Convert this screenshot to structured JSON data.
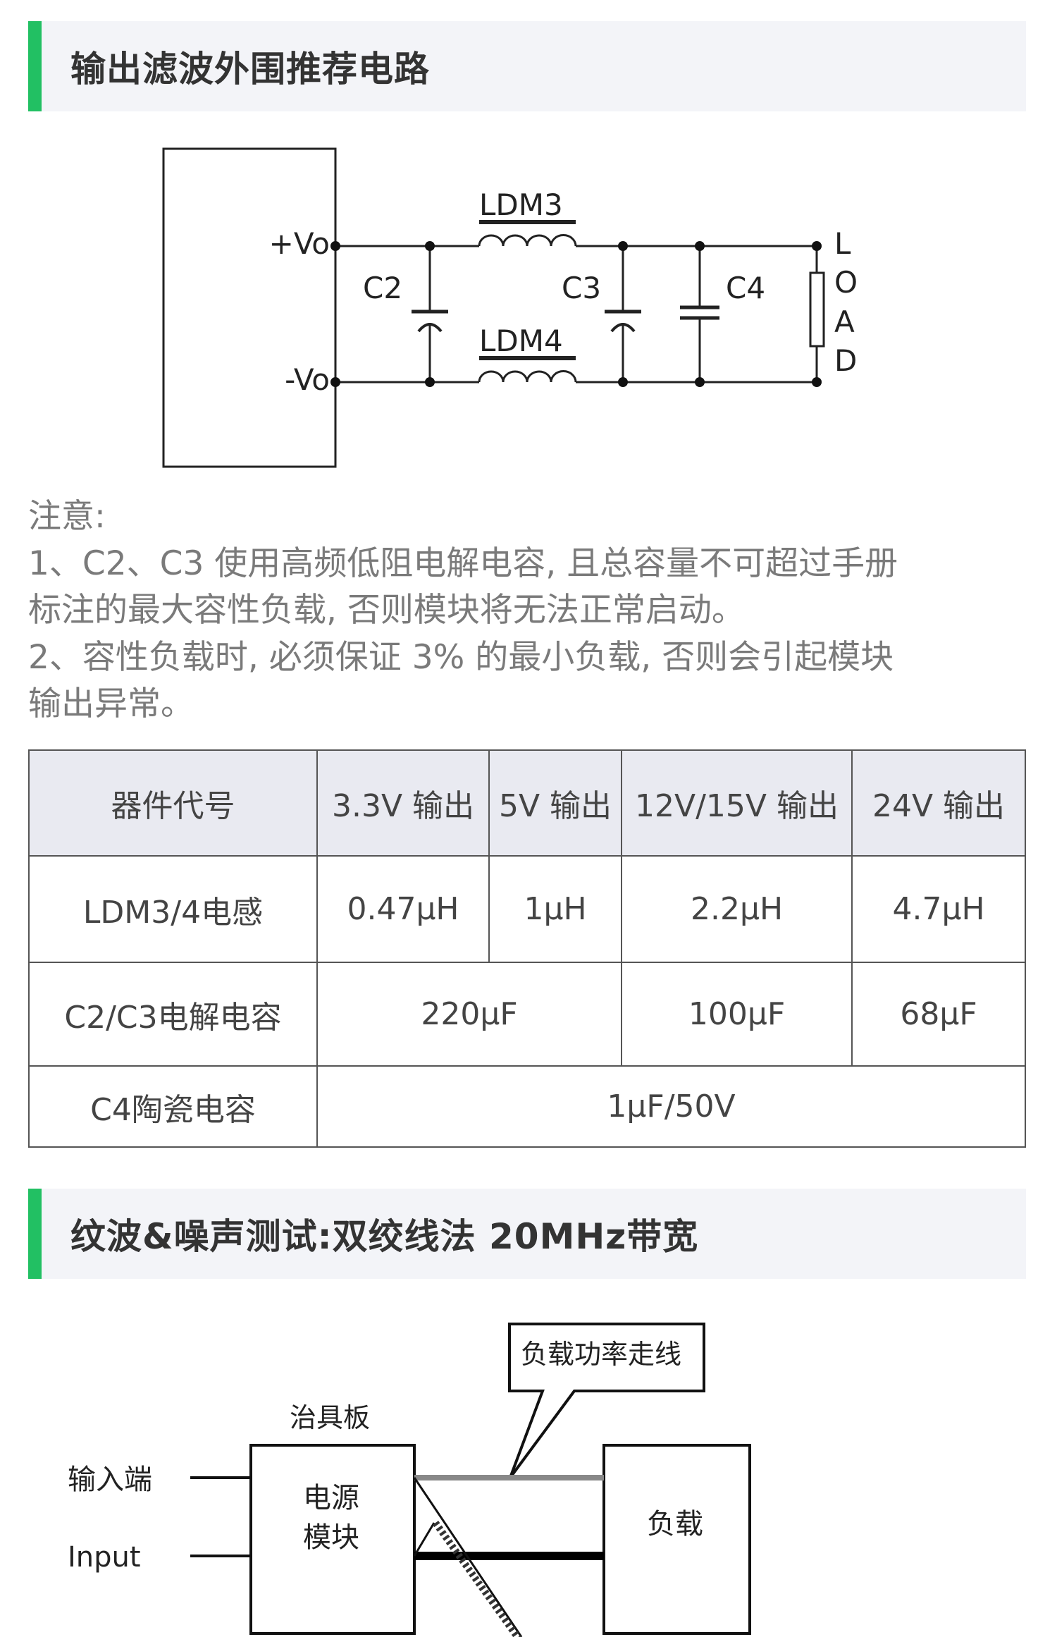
{
  "accent_color": "#22c063",
  "section1": {
    "title": "输出滤波外围推荐电路"
  },
  "circuit": {
    "plus_vo": "+Vo",
    "minus_vo": "-Vo",
    "ldm3": "LDM3",
    "ldm4": "LDM4",
    "c2": "C2",
    "c3": "C3",
    "c4": "C4",
    "load_letters": [
      "L",
      "O",
      "A",
      "D"
    ]
  },
  "notes": {
    "heading": "注意:",
    "lines": [
      "1、C2、C3 使用高频低阻电解电容, 且总容量不可超过手册",
      "标注的最大容性负载, 否则模块将无法正常启动。",
      "2、容性负载时, 必须保证 3% 的最小负载, 否则会引起模块",
      "输出异常。"
    ]
  },
  "table": {
    "headers": [
      "器件代号",
      "3.3V 输出",
      "5V 输出",
      "12V/15V 输出",
      "24V 输出"
    ],
    "rows": [
      [
        "LDM3/4电感",
        "0.47μH",
        "1μH",
        "2.2μH",
        "4.7μH"
      ],
      [
        "C2/C3电解电容",
        "220μF",
        "100μF",
        "68μF"
      ],
      [
        "C4陶瓷电容",
        "1μF/50V"
      ]
    ]
  },
  "section2": {
    "title": "纹波&噪声测试:双绞线法 20MHz带宽"
  },
  "test_diagram": {
    "callout": "负载功率走线",
    "fixture_label": "治具板",
    "input_cn": "输入端",
    "input_en": "Input",
    "module_lines": [
      "电源",
      "模块"
    ],
    "load": "负载"
  }
}
